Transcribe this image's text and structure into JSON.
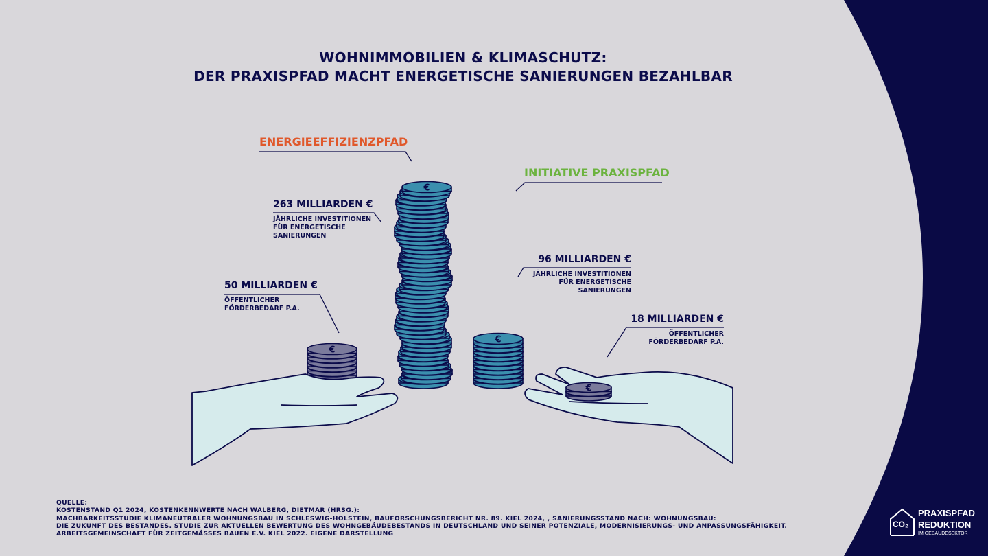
{
  "title": {
    "line1": "WOHNIMMOBILIEN & KLIMASCHUTZ:",
    "line2": "DER PRAXISPFAD MACHT ENERGETISCHE SANIERUNGEN BEZAHLBAR"
  },
  "colors": {
    "navy": "#0b0b4a",
    "orange": "#e0582b",
    "green": "#6cb33f",
    "coin_teal": "#3b8fae",
    "coin_gray": "#7b7b9c",
    "hand": "#d6ebec",
    "background": "#d9d7db"
  },
  "energieeffizienzpfad": {
    "label": "ENERGIEEFFIZIENZPFAD",
    "investment": {
      "amount": "263 MILLIARDEN €",
      "lines": [
        "JÄHRLICHE INVESTITIONEN",
        "FÜR ENERGETISCHE",
        "SANIERUNGEN"
      ]
    },
    "funding": {
      "amount": "50 MILLIARDEN €",
      "lines": [
        "ÖFFENTLICHER",
        "FÖRDERBEDARF P.A."
      ]
    }
  },
  "praxispfad": {
    "label": "INITIATIVE PRAXISPFAD",
    "investment": {
      "amount": "96 MILLIARDEN €",
      "lines": [
        "JÄHRLICHE INVESTITIONEN",
        "FÜR ENERGETISCHE",
        "SANIERUNGEN"
      ]
    },
    "funding": {
      "amount": "18 MILLIARDEN €",
      "lines": [
        "ÖFFENTLICHER",
        "FÖRDERBEDARF P.A."
      ]
    }
  },
  "coin_symbol": "€",
  "source": {
    "lines": [
      "QUELLE:",
      "KOSTENSTAND Q1 2024, KOSTENKENNWERTE NACH WALBERG, DIETMAR (HRSG.):",
      "MACHBARKEITSSTUDIE KLIMANEUTRALER WOHNUNGSBAU IN SCHLESWIG-HOLSTEIN, BAUFORSCHUNGSBERICHT NR. 89. KIEL 2024, , SANIERUNGSSTAND NACH: WOHNUNGSBAU:",
      "DIE ZUKUNFT DES BESTANDES. STUDIE ZUR AKTUELLEN BEWERTUNG DES WOHNGEBÄUDEBESTANDS IN DEUTSCHLAND UND SEINER POTENZIALE, MODERNISIERUNGS- UND ANPASSUNGSFÄHIGKEIT.",
      "ARBEITSGEMEINSCHAFT FÜR ZEITGEMÄSSES BAUEN E.V. KIEL 2022. EIGENE DARSTELLUNG"
    ]
  },
  "logo": {
    "line1": "PRAXISPFAD",
    "co2": "CO₂",
    "line2": "REDUKTION",
    "line3": "IM GEBÄUDESEKTOR"
  }
}
